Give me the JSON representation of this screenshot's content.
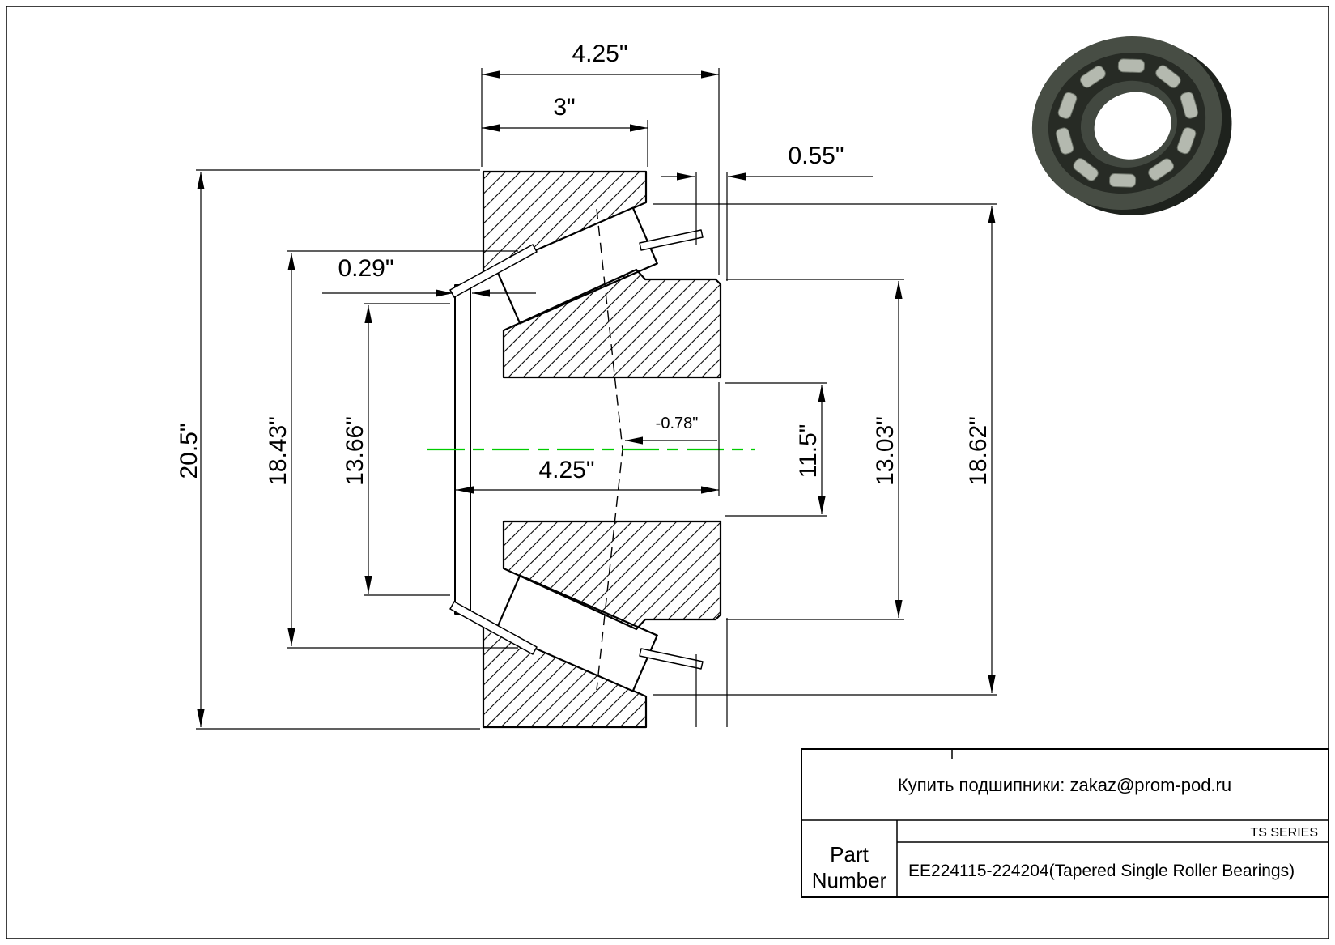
{
  "drawing": {
    "dims": {
      "top_width": "4.25\"",
      "cup_width": "3\"",
      "stickout": "0.55\"",
      "lip_width": "0.29\"",
      "outer_diameter": "20.5\"",
      "flange_diameter": "18.43\"",
      "seal_diameter": "13.66\"",
      "cone_width": "4.25\"",
      "effective_center": "-0.78\"",
      "bore_diameter": "11.5\"",
      "cone_front_diameter": "13.03\"",
      "cup_inner_diameter": "18.62\""
    },
    "centerline_color": "#00cc00"
  },
  "title_block": {
    "contact": "Купить подшипники: zakaz@prom-pod.ru",
    "series": "TS SERIES",
    "part_label_line1": "Part",
    "part_label_line2": "Number",
    "part_number": "EE224115-224204(Tapered Single Roller Bearings)"
  }
}
